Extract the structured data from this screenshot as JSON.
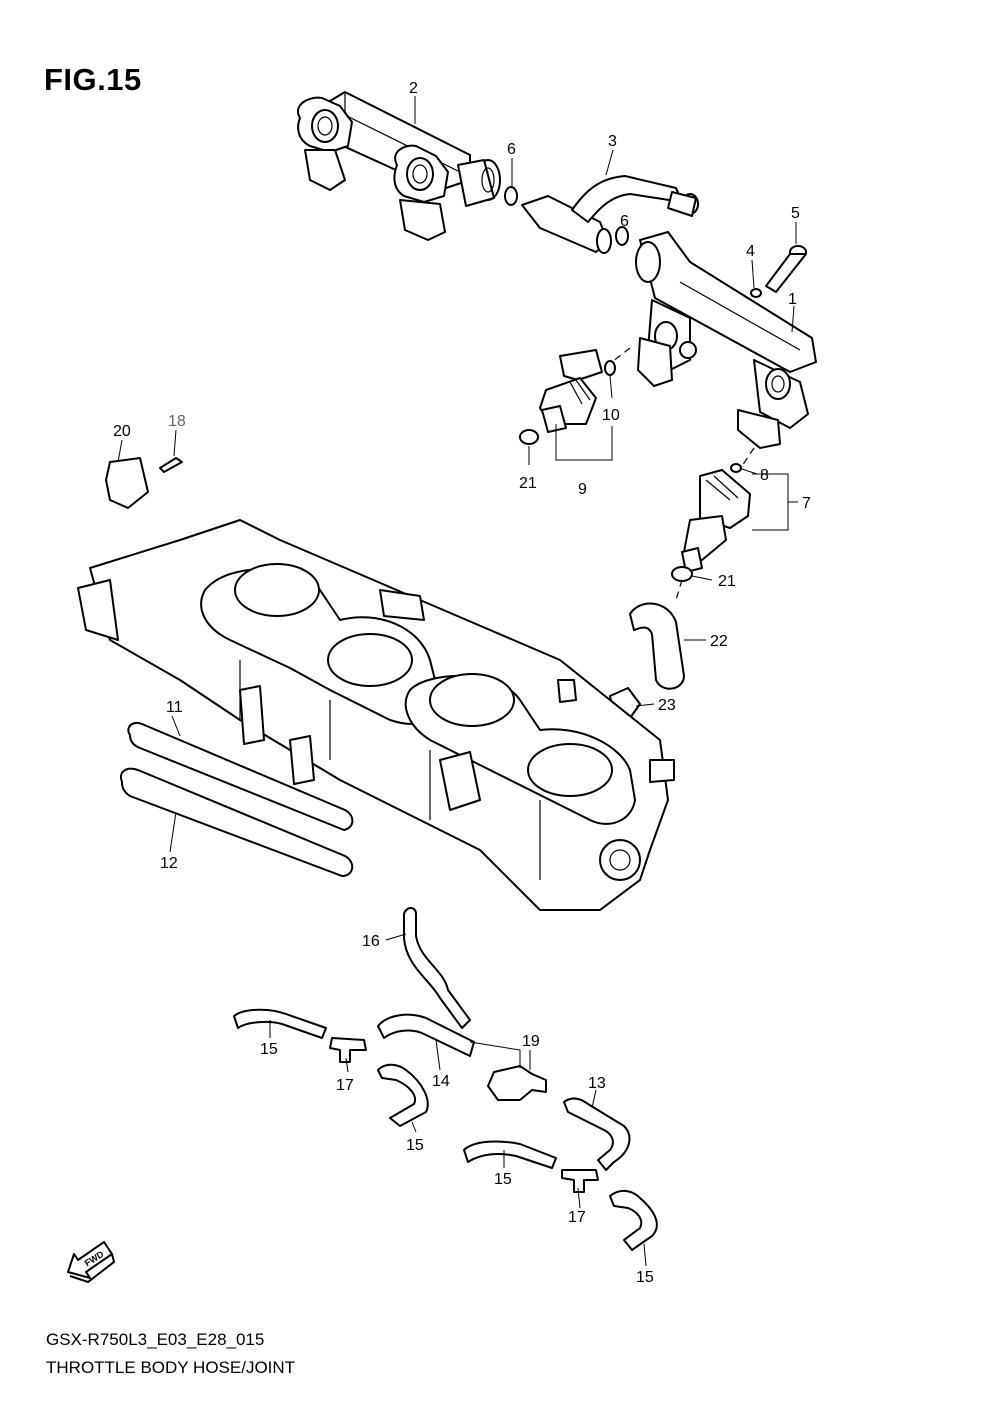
{
  "figure": {
    "title": "FIG.15",
    "model_code": "GSX-R750L3_E03_E28_015",
    "caption": "THROTTLE BODY HOSE/JOINT",
    "fwd_label": "FWD"
  },
  "callouts": [
    {
      "id": "c1",
      "label": "1"
    },
    {
      "id": "c2",
      "label": "2"
    },
    {
      "id": "c3",
      "label": "3"
    },
    {
      "id": "c4",
      "label": "4"
    },
    {
      "id": "c5",
      "label": "5"
    },
    {
      "id": "c6a",
      "label": "6"
    },
    {
      "id": "c6b",
      "label": "6"
    },
    {
      "id": "c7",
      "label": "7"
    },
    {
      "id": "c8",
      "label": "8"
    },
    {
      "id": "c9",
      "label": "9"
    },
    {
      "id": "c10",
      "label": "10"
    },
    {
      "id": "c11",
      "label": "11"
    },
    {
      "id": "c12",
      "label": "12"
    },
    {
      "id": "c13",
      "label": "13"
    },
    {
      "id": "c14",
      "label": "14"
    },
    {
      "id": "c15a",
      "label": "15"
    },
    {
      "id": "c15b",
      "label": "15"
    },
    {
      "id": "c15c",
      "label": "15"
    },
    {
      "id": "c15d",
      "label": "15"
    },
    {
      "id": "c16",
      "label": "16"
    },
    {
      "id": "c17a",
      "label": "17"
    },
    {
      "id": "c17b",
      "label": "17"
    },
    {
      "id": "c18",
      "label": "18"
    },
    {
      "id": "c19",
      "label": "19"
    },
    {
      "id": "c20",
      "label": "20"
    },
    {
      "id": "c21a",
      "label": "21"
    },
    {
      "id": "c21b",
      "label": "21"
    },
    {
      "id": "c22",
      "label": "22"
    },
    {
      "id": "c23",
      "label": "23"
    }
  ]
}
